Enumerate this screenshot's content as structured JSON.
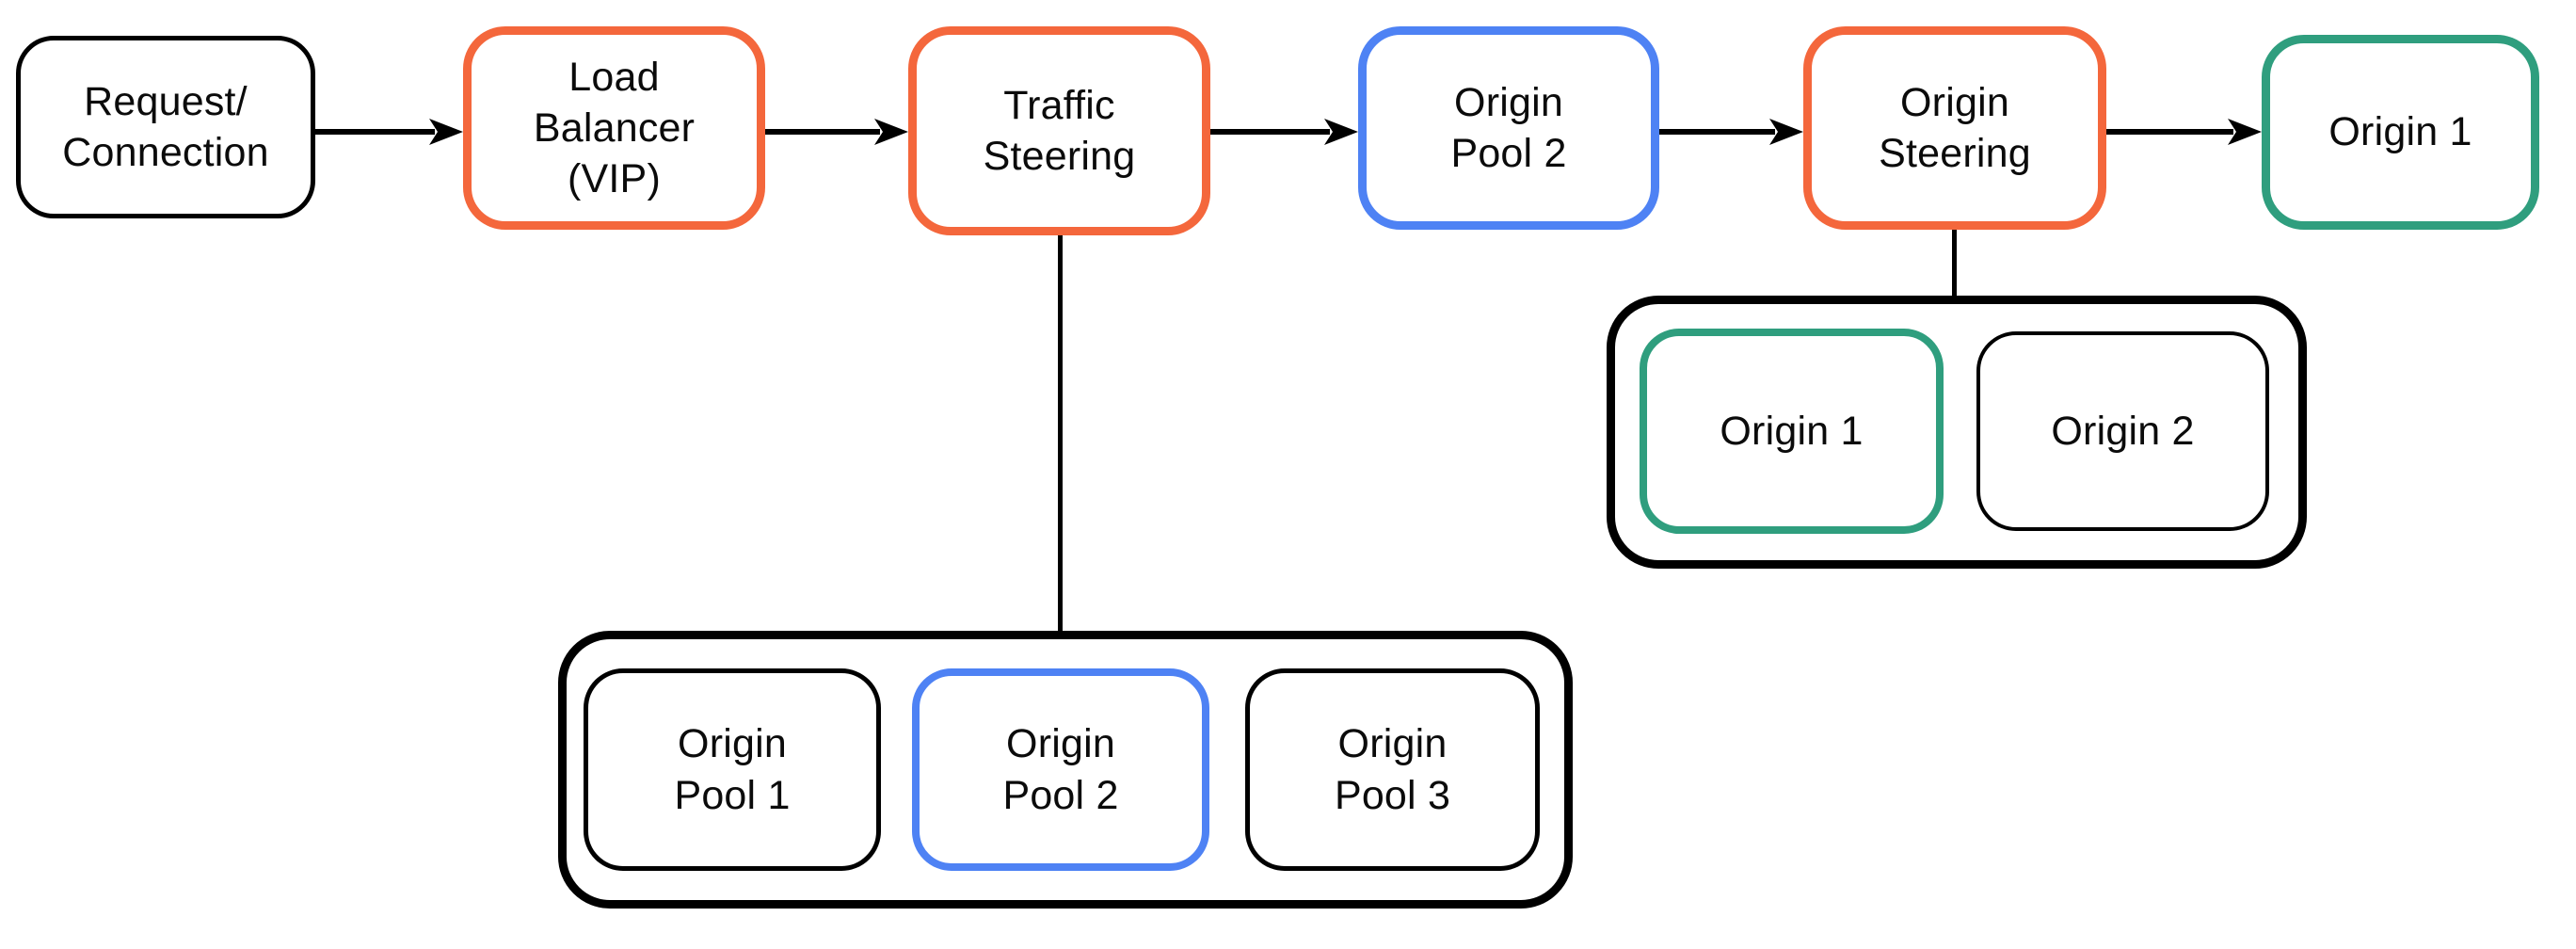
{
  "diagram": {
    "type": "flowchart",
    "description": "Load balancing request flow with traffic steering to origin pools and origin steering to origins"
  },
  "colors": {
    "highlight_orange": "#f4673c",
    "highlight_blue": "#4e82f4",
    "highlight_green": "#2f9e7e",
    "outline_black": "#000000",
    "background": "#ffffff",
    "text": "#0b0b0b"
  },
  "nodes": {
    "request_connection": {
      "label": "Request/\nConnection"
    },
    "load_balancer": {
      "label": "Load\nBalancer\n(VIP)"
    },
    "traffic_steering": {
      "label": "Traffic\nSteering"
    },
    "origin_pool_2": {
      "label": "Origin\nPool 2"
    },
    "origin_steering": {
      "label": "Origin\nSteering"
    },
    "origin_1": {
      "label": "Origin 1"
    }
  },
  "origin_pools_group": {
    "items": [
      {
        "label": "Origin\nPool 1",
        "highlight": "none"
      },
      {
        "label": "Origin\nPool 2",
        "highlight": "blue"
      },
      {
        "label": "Origin\nPool 3",
        "highlight": "none"
      }
    ]
  },
  "origins_group": {
    "items": [
      {
        "label": "Origin 1",
        "highlight": "green"
      },
      {
        "label": "Origin 2",
        "highlight": "none"
      }
    ]
  }
}
